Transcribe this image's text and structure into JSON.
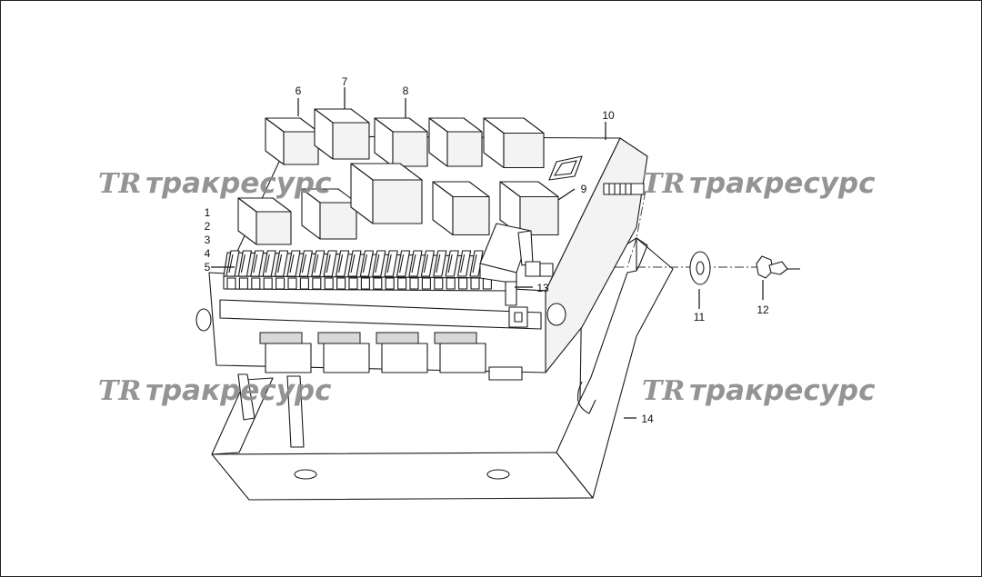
{
  "diagram": {
    "callouts": [
      {
        "id": "c1",
        "label": "1"
      },
      {
        "id": "c2",
        "label": "2"
      },
      {
        "id": "c3",
        "label": "3"
      },
      {
        "id": "c4",
        "label": "4"
      },
      {
        "id": "c5",
        "label": "5"
      },
      {
        "id": "c6",
        "label": "6"
      },
      {
        "id": "c7",
        "label": "7"
      },
      {
        "id": "c8",
        "label": "8"
      },
      {
        "id": "c9",
        "label": "9"
      },
      {
        "id": "c10",
        "label": "10"
      },
      {
        "id": "c11",
        "label": "11"
      },
      {
        "id": "c12",
        "label": "12"
      },
      {
        "id": "c13",
        "label": "13"
      },
      {
        "id": "c14",
        "label": "14"
      }
    ]
  },
  "watermark": {
    "logo": "TR",
    "text": "тракресурс",
    "color": "#8c8c8c",
    "instances": 4
  }
}
